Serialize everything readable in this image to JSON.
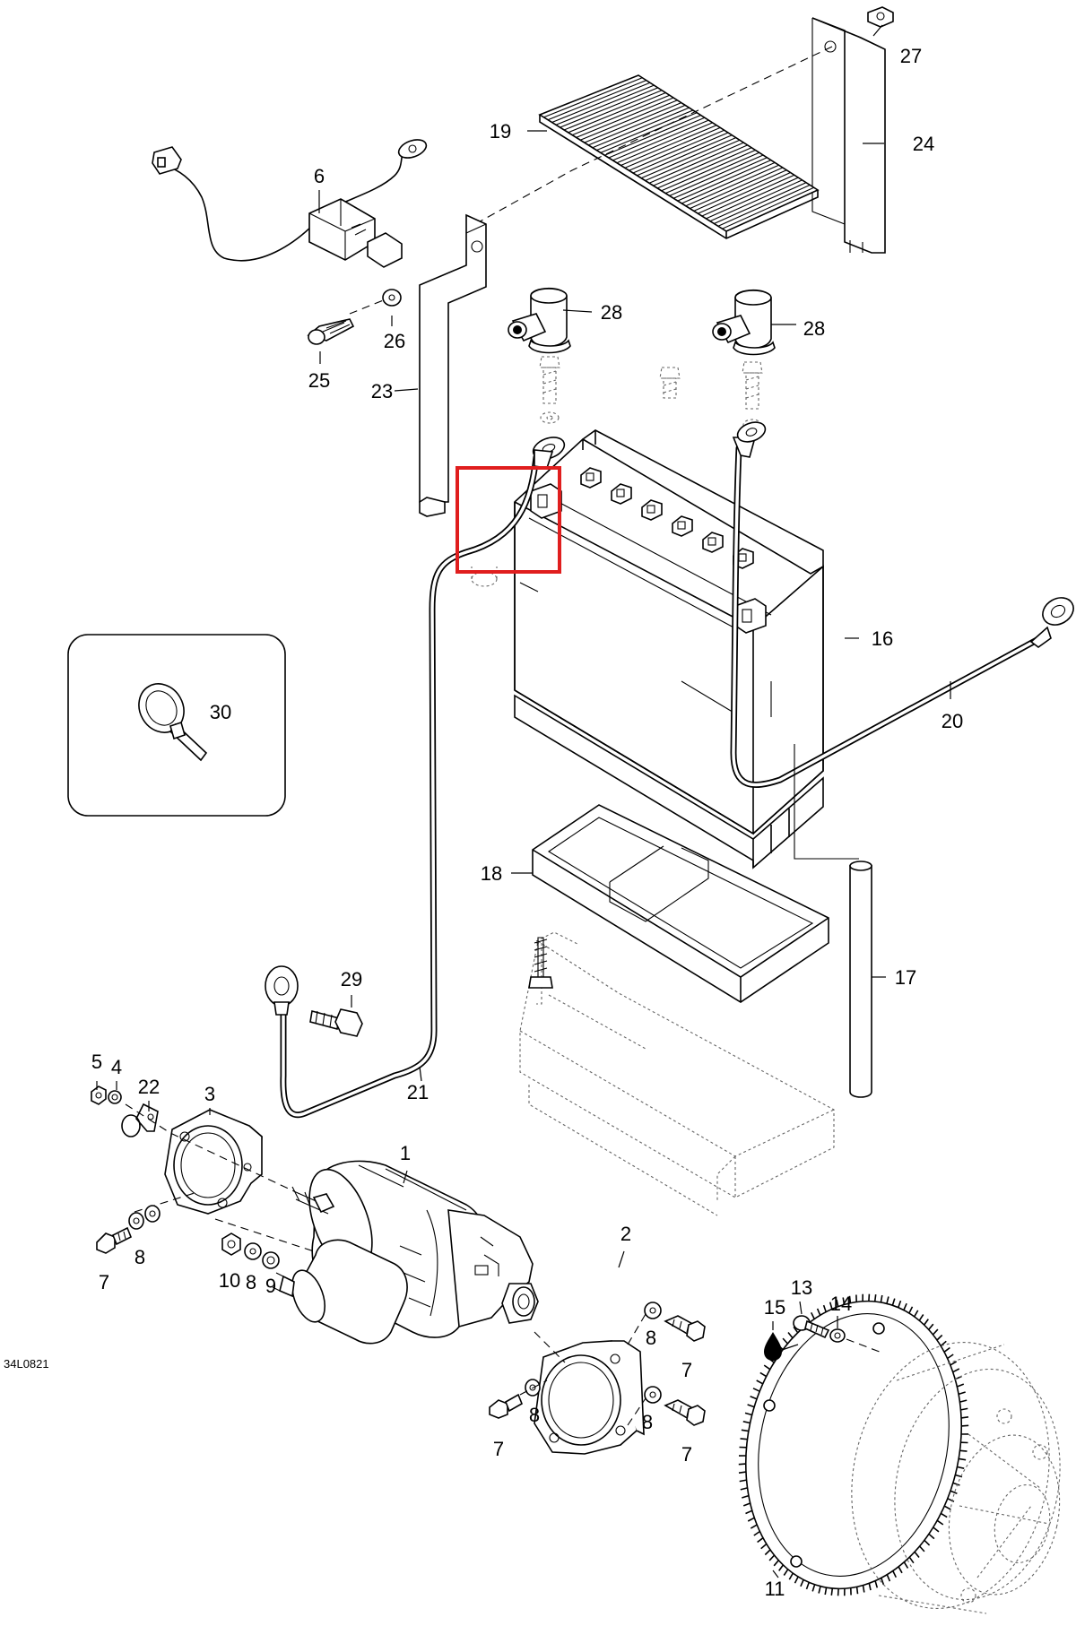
{
  "document": {
    "code": "34L0821"
  },
  "highlight": {
    "color": "#e01e1e"
  },
  "callouts": [
    {
      "id": "c1",
      "label": "1"
    },
    {
      "id": "c2",
      "label": "2"
    },
    {
      "id": "c3",
      "label": "3"
    },
    {
      "id": "c4",
      "label": "4"
    },
    {
      "id": "c5",
      "label": "5"
    },
    {
      "id": "c6",
      "label": "6"
    },
    {
      "id": "c7a",
      "label": "7"
    },
    {
      "id": "c7b",
      "label": "7"
    },
    {
      "id": "c7c",
      "label": "7"
    },
    {
      "id": "c7d",
      "label": "7"
    },
    {
      "id": "c8a",
      "label": "8"
    },
    {
      "id": "c8b",
      "label": "8"
    },
    {
      "id": "c8c",
      "label": "8"
    },
    {
      "id": "c8d",
      "label": "8"
    },
    {
      "id": "c8e",
      "label": "8"
    },
    {
      "id": "c9",
      "label": "9"
    },
    {
      "id": "c10",
      "label": "10"
    },
    {
      "id": "c11",
      "label": "11"
    },
    {
      "id": "c13",
      "label": "13"
    },
    {
      "id": "c14",
      "label": "14"
    },
    {
      "id": "c15",
      "label": "15"
    },
    {
      "id": "c16",
      "label": "16"
    },
    {
      "id": "c17",
      "label": "17"
    },
    {
      "id": "c18",
      "label": "18"
    },
    {
      "id": "c19",
      "label": "19"
    },
    {
      "id": "c20",
      "label": "20"
    },
    {
      "id": "c21",
      "label": "21"
    },
    {
      "id": "c22",
      "label": "22"
    },
    {
      "id": "c23",
      "label": "23"
    },
    {
      "id": "c24",
      "label": "24"
    },
    {
      "id": "c25",
      "label": "25"
    },
    {
      "id": "c26",
      "label": "26"
    },
    {
      "id": "c27",
      "label": "27"
    },
    {
      "id": "c28a",
      "label": "28"
    },
    {
      "id": "c28b",
      "label": "28"
    },
    {
      "id": "c29",
      "label": "29"
    },
    {
      "id": "c30",
      "label": "30"
    }
  ]
}
